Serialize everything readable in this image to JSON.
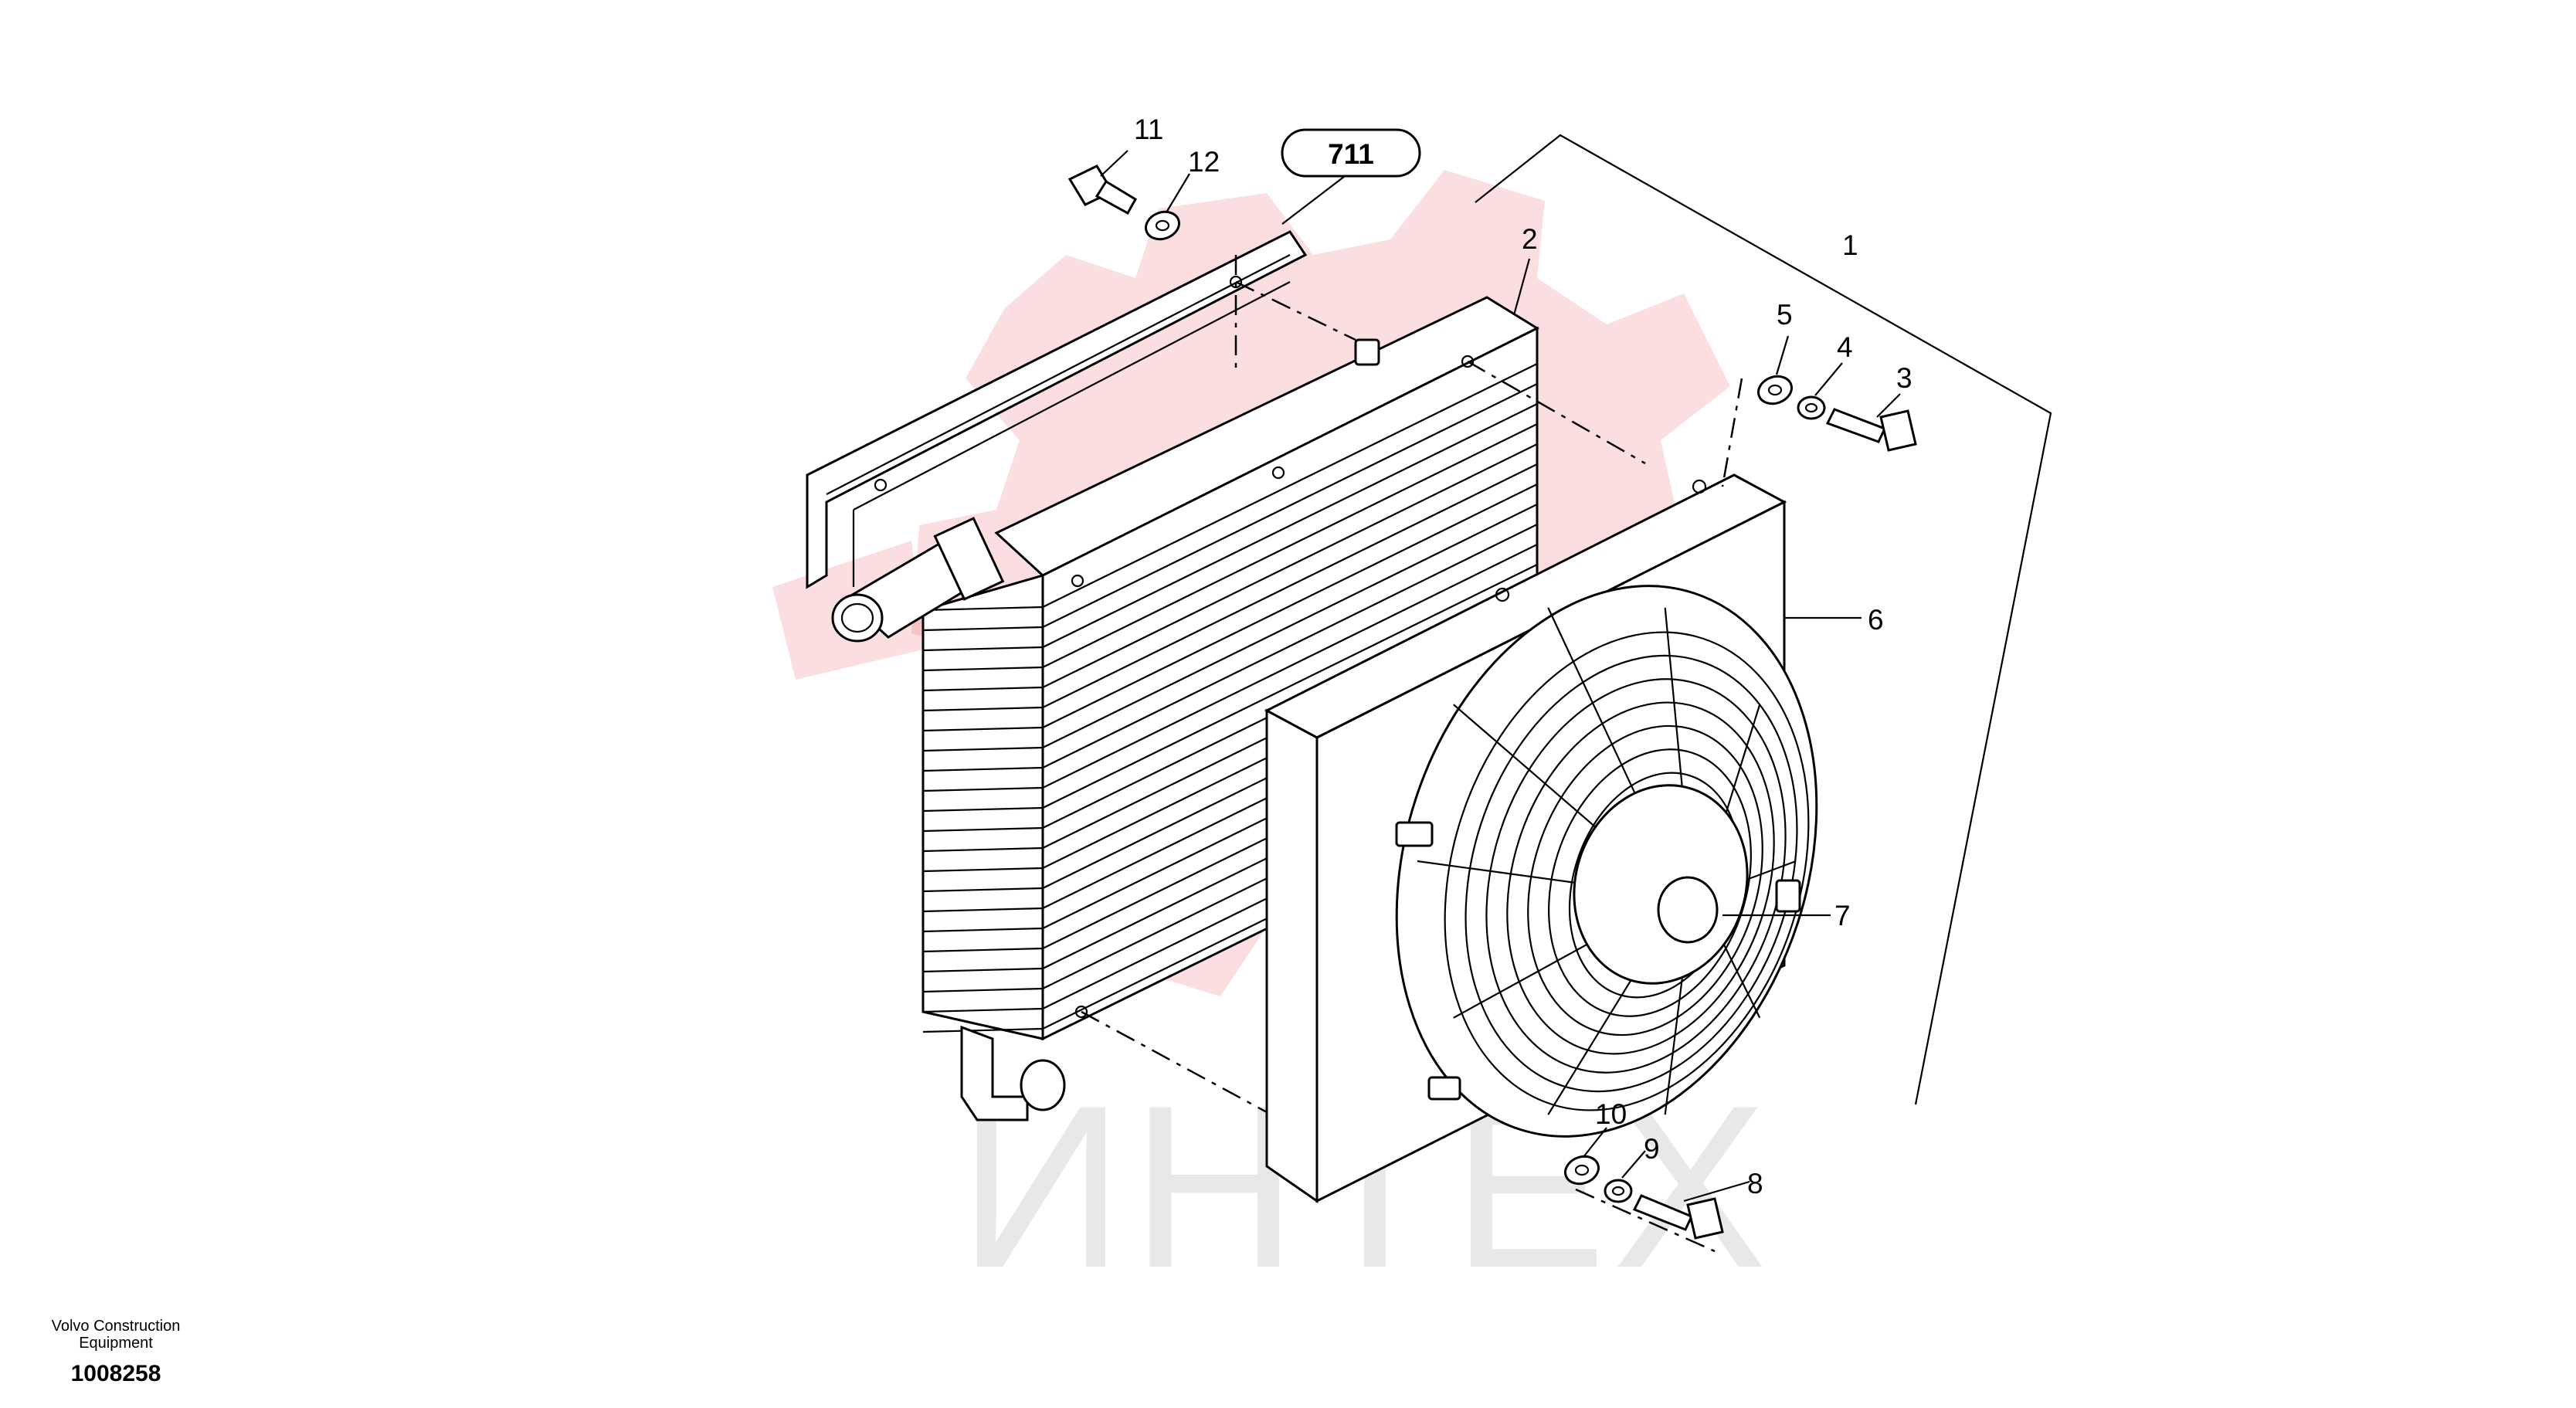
{
  "footer": {
    "company": "Volvo Construction\nEquipment",
    "doc_number": "1008258"
  },
  "reference_badge": "711",
  "watermark": "ИНТЕХ",
  "callouts": [
    {
      "id": "1",
      "part": "oil-cooler-assembly"
    },
    {
      "id": "2",
      "part": "oil-cooler-core"
    },
    {
      "id": "3",
      "part": "screw"
    },
    {
      "id": "4",
      "part": "lock-washer"
    },
    {
      "id": "5",
      "part": "washer"
    },
    {
      "id": "6",
      "part": "fan-shroud"
    },
    {
      "id": "7",
      "part": "electric-fan"
    },
    {
      "id": "8",
      "part": "screw"
    },
    {
      "id": "9",
      "part": "lock-washer"
    },
    {
      "id": "10",
      "part": "washer"
    },
    {
      "id": "11",
      "part": "screw"
    },
    {
      "id": "12",
      "part": "washer"
    }
  ],
  "colors": {
    "line": "#000000",
    "watermark_red": "#e6303a",
    "watermark_gray": "#999999"
  }
}
